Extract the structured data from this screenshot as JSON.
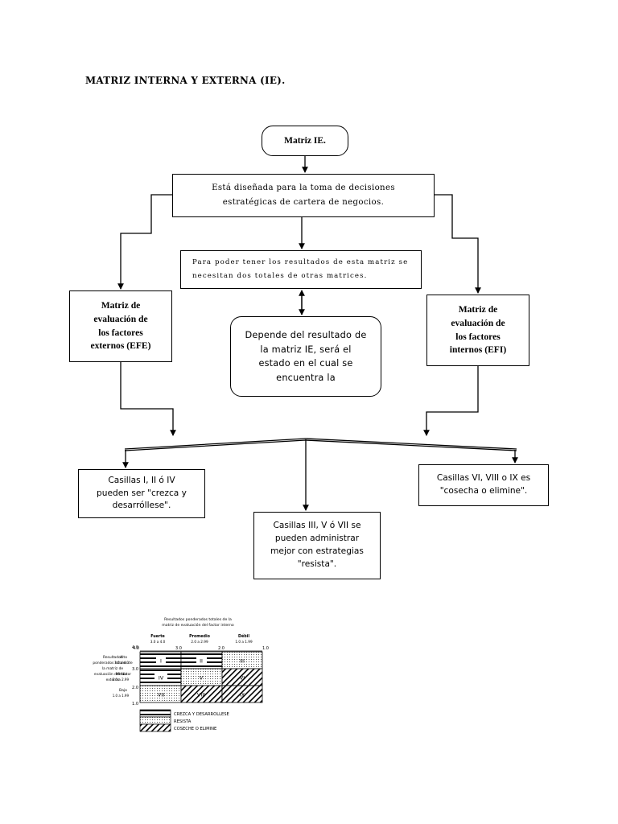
{
  "document": {
    "title": "MATRIZ INTERNA Y EXTERNA (IE)."
  },
  "nodes": {
    "matriz_ie": "Matriz IE.",
    "disenada_line1": "Está diseñada para la toma de decisiones",
    "disenada_line2": "estratégicas de cartera de negocios.",
    "para_poder_line1": "Para poder tener  los resultados de esta matriz se",
    "para_poder_line2": "necesitan dos totales de otras matrices.",
    "depende_line1": "Depende del resultado de",
    "depende_line2": "la matriz IE, será el",
    "depende_line3": "estado  en el cual se",
    "depende_line4": "encuentra la",
    "efe_line1": "Matriz de",
    "efe_line2": "evaluación de",
    "efe_line3": "los factores",
    "efe_line4": "externos (EFE)",
    "efi_line1": "Matriz de",
    "efi_line2": "evaluación de",
    "efi_line3": "los factores",
    "efi_line4": "internos (EFI)",
    "casillas1_line1": "Casillas I, II ó IV",
    "casillas1_line2": "pueden ser \"crezca y",
    "casillas1_line3": "desarróllese\".",
    "casillas3_line1": "Casillas III, V ó VII se",
    "casillas3_line2": "pueden administrar",
    "casillas3_line3": "mejor con estrategias",
    "casillas3_line4": "\"resista\".",
    "casillas6_line1": "Casillas VI, VIII o IX es",
    "casillas6_line2": "\"cosecha o elimine\"."
  },
  "chart_data": {
    "type": "heatmap",
    "title": "Matriz Interna y Externa (IE)",
    "xlabel_line1": "Resultados ponderados totales de la",
    "xlabel_line2": "matriz de evaluación del factor interno",
    "ylabel_line1": "Resultados",
    "ylabel_line2": "ponderados totales de",
    "ylabel_line3": "la matriz de",
    "ylabel_line4": "evaluación del factor",
    "ylabel_line5": "externo",
    "x_columns": [
      {
        "name": "Fuerte",
        "range": "3.0 a 4.0"
      },
      {
        "name": "Promedio",
        "range": "2.0 a 2.99"
      },
      {
        "name": "Débil",
        "range": "1.0 a 1.99"
      }
    ],
    "x_ticks": [
      "4.0",
      "3.0",
      "2.0",
      "1.0"
    ],
    "y_rows": [
      {
        "name": "Alto",
        "range": "3.0 a 4.0"
      },
      {
        "name": "Medio",
        "range": "2.0 a 2.99"
      },
      {
        "name": "Bajo",
        "range": "1.0 a 1.99"
      }
    ],
    "y_ticks": [
      "4.0",
      "3.0",
      "2.0",
      "1.0"
    ],
    "cells": [
      {
        "label": "I",
        "row": 0,
        "col": 0,
        "fill": "lines"
      },
      {
        "label": "II",
        "row": 0,
        "col": 1,
        "fill": "lines"
      },
      {
        "label": "III",
        "row": 0,
        "col": 2,
        "fill": "dots"
      },
      {
        "label": "IV",
        "row": 1,
        "col": 0,
        "fill": "lines"
      },
      {
        "label": "V",
        "row": 1,
        "col": 1,
        "fill": "dots"
      },
      {
        "label": "VI",
        "row": 1,
        "col": 2,
        "fill": "hatch"
      },
      {
        "label": "VII",
        "row": 2,
        "col": 0,
        "fill": "dots"
      },
      {
        "label": "VIII",
        "row": 2,
        "col": 1,
        "fill": "hatch"
      },
      {
        "label": "IX",
        "row": 2,
        "col": 2,
        "fill": "hatch"
      }
    ],
    "legend": [
      {
        "label": "CREZCA Y DESARROLLESE",
        "fill": "lines"
      },
      {
        "label": "RESISTA",
        "fill": "dots"
      },
      {
        "label": "COSECHE O ELIMINE",
        "fill": "hatch"
      }
    ],
    "legend_position": "below"
  },
  "colors": {
    "stroke": "#000000",
    "background": "#ffffff"
  }
}
